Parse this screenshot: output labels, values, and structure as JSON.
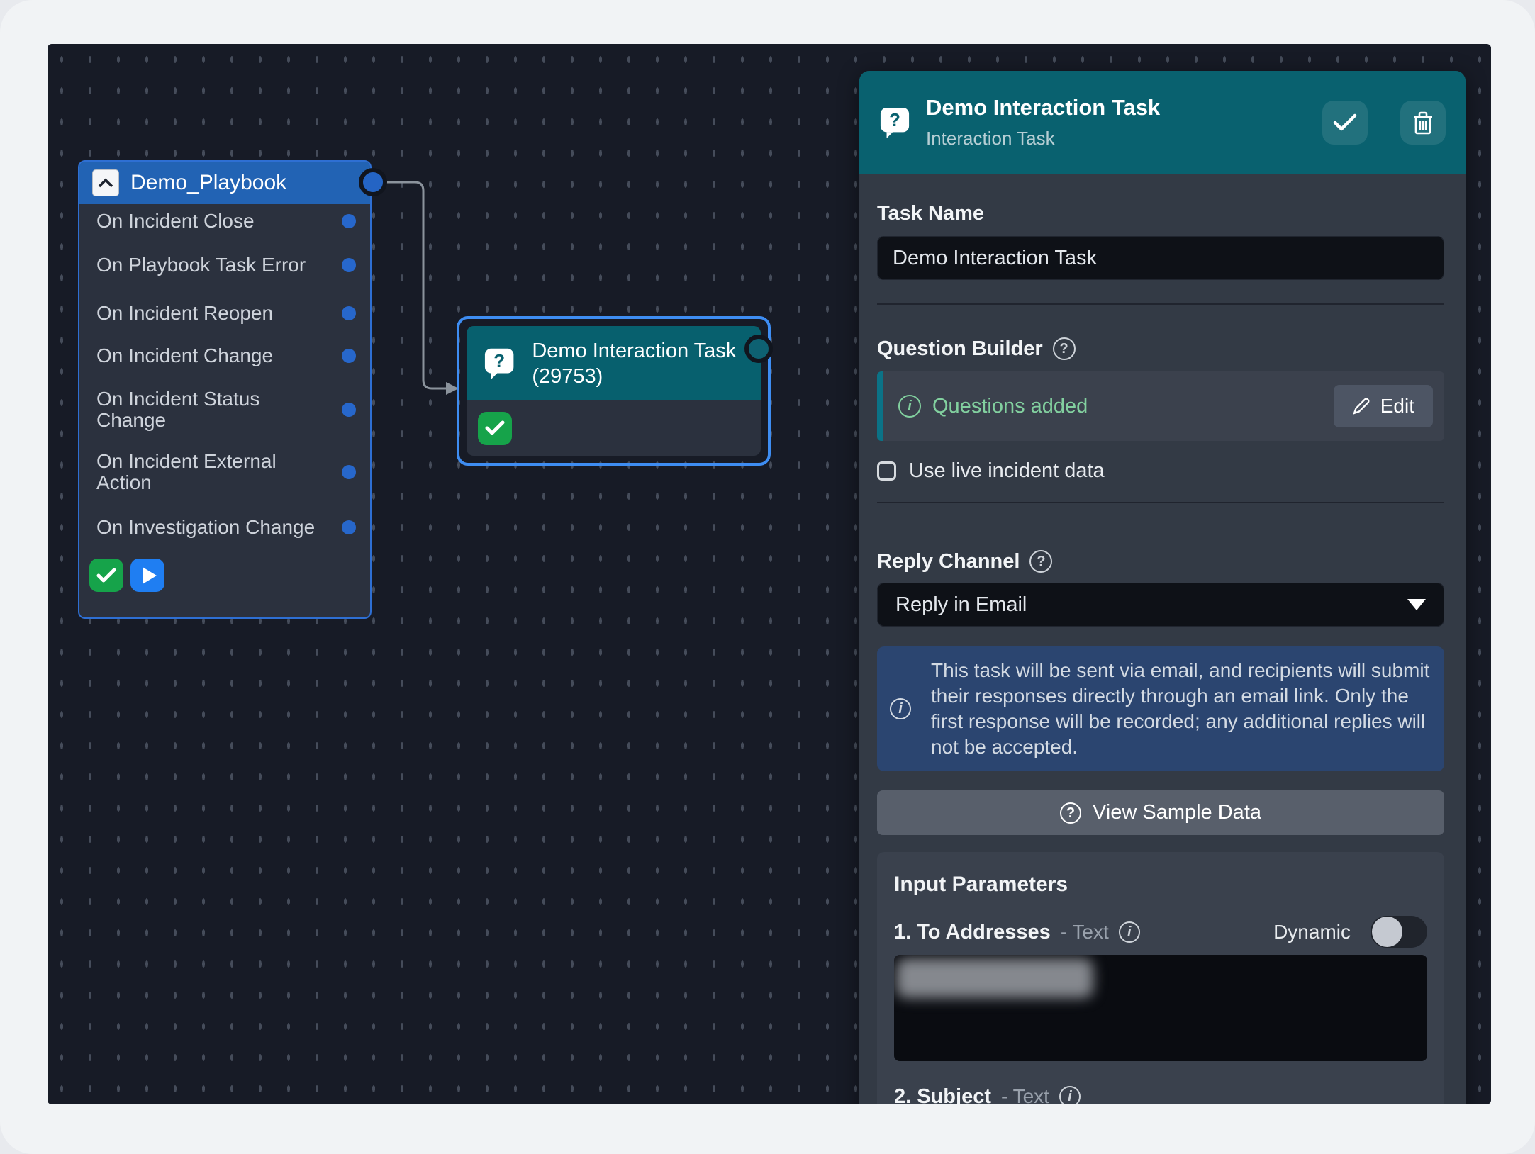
{
  "canvas": {
    "playbook_node": {
      "title": "Demo_Playbook",
      "triggers": [
        "On Incident Close",
        "On Playbook Task Error",
        "On Incident Reopen",
        "On Incident Change",
        "On Incident Status Change",
        "On Incident External Action",
        "On Investigation Change"
      ]
    },
    "task_node": {
      "title": "Demo Interaction Task (29753)"
    }
  },
  "panel": {
    "header": {
      "title": "Demo Interaction Task",
      "subtitle": "Interaction Task"
    },
    "task_name": {
      "label": "Task Name",
      "value": "Demo Interaction Task"
    },
    "question_builder": {
      "label": "Question Builder",
      "status": "Questions added",
      "edit_label": "Edit"
    },
    "use_live_incident_label": "Use live incident data",
    "reply_channel": {
      "label": "Reply Channel",
      "value": "Reply in Email"
    },
    "info_text": "This task will be sent via email, and recipients will submit their responses directly through an email link. Only the first response will be recorded; any additional replies will not be accepted.",
    "view_sample_label": "View Sample Data",
    "input_parameters": {
      "title": "Input Parameters",
      "dynamic_label": "Dynamic",
      "params": [
        {
          "index": "1. To Addresses",
          "type": "- Text"
        },
        {
          "index": "2. Subject",
          "type": "- Text"
        }
      ]
    }
  },
  "icons": {
    "question_bubble": "?",
    "help_circle": "?",
    "info_circle": "i"
  },
  "colors": {
    "canvas_bg": "#171b26",
    "panel_bg": "#333a45",
    "teal_header": "#09616f",
    "playbook_header_blue": "#2263b4",
    "selection_blue": "#3e8df2",
    "port_blue": "#2464c4",
    "success_green": "#16a34a",
    "status_text_green": "#82d09f",
    "info_box_blue": "#2b4570",
    "play_blue": "#1f7ef2"
  }
}
